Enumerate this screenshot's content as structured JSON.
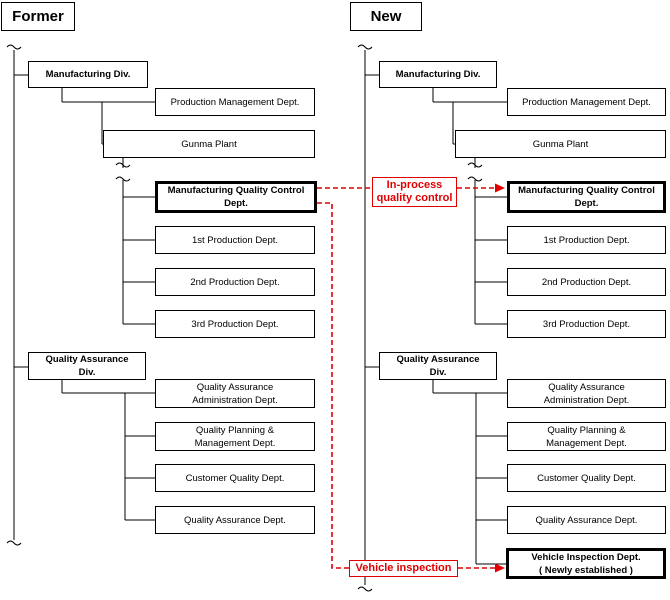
{
  "headers": {
    "former": "Former",
    "new": "New"
  },
  "former": {
    "manufacturing_div": "Manufacturing Div.",
    "production_management": "Production Management Dept.",
    "gunma_plant": "Gunma Plant",
    "mqc": "Manufacturing Quality Control\nDept.",
    "prod1": "1st Production Dept.",
    "prod2": "2nd Production Dept.",
    "prod3": "3rd Production Dept.",
    "qa_div": "Quality Assurance\nDiv.",
    "qa_admin": "Quality Assurance\nAdministration Dept.",
    "qpm": "Quality Planning &\nManagement Dept.",
    "customer_quality": "Customer Quality Dept.",
    "qa_dept": "Quality Assurance Dept."
  },
  "new": {
    "manufacturing_div": "Manufacturing Div.",
    "production_management": "Production Management Dept.",
    "gunma_plant": "Gunma Plant",
    "mqc": "Manufacturing Quality Control\nDept.",
    "prod1": "1st Production Dept.",
    "prod2": "2nd Production Dept.",
    "prod3": "3rd Production Dept.",
    "qa_div": "Quality Assurance\nDiv.",
    "qa_admin": "Quality Assurance\nAdministration Dept.",
    "qpm": "Quality Planning &\nManagement Dept.",
    "customer_quality": "Customer Quality Dept.",
    "qa_dept": "Quality Assurance Dept.",
    "vehicle_inspection": "Vehicle Inspection Dept.\n( Newly established )"
  },
  "annotations": {
    "in_process": "In-process\nquality control",
    "vehicle_inspection": "Vehicle inspection"
  },
  "colors": {
    "accent": "#e00000",
    "line": "#000000"
  }
}
